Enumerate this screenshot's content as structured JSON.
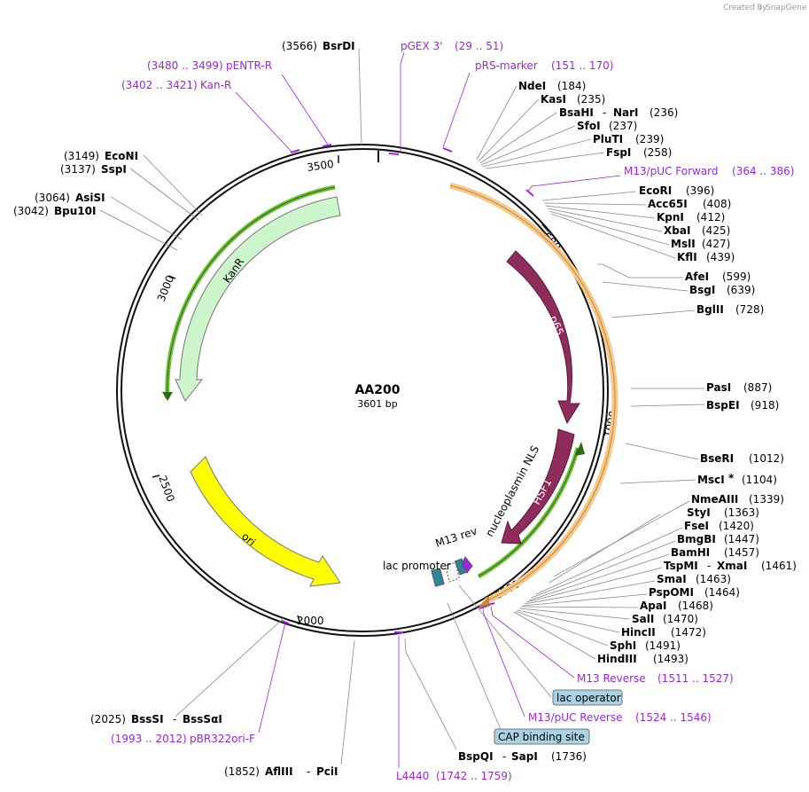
{
  "credit": {
    "prefix": "Created by",
    "brand": "SnapGene"
  },
  "plasmid": {
    "name": "AA200",
    "length": "3601 bp"
  },
  "ticks": [
    "500",
    "1000",
    "1500",
    "2000",
    "2500",
    "3000",
    "3500"
  ],
  "features": {
    "p65": "p65",
    "hsf1": "HSF1",
    "nls": "nucleoplasmin NLS",
    "kanr": "KanR",
    "ori": "ori",
    "m13rev": "M13 rev",
    "lac_promoter": "lac promoter"
  },
  "colors": {
    "p65": "#8e2c5c",
    "kanr": "#ccf5cc",
    "ori": "#ffff00",
    "primer": "#9b27e0",
    "orange_arc": "#f6c88c",
    "green_arc": "#6fbf3a",
    "lac": "#2f8696"
  },
  "sites": [
    {
      "name": "BsrDI",
      "pos": "(3566)"
    },
    {
      "name": "NdeI",
      "pos": "(184)"
    },
    {
      "name": "KasI",
      "pos": "(235)"
    },
    {
      "name": "BsaHI",
      "sep": "-",
      "name2": "NarI",
      "pos": "(236)"
    },
    {
      "name": "SfoI",
      "pos": "(237)"
    },
    {
      "name": "PluTI",
      "pos": "(239)"
    },
    {
      "name": "FspI",
      "pos": "(258)"
    },
    {
      "name": "EcoRI",
      "pos": "(396)"
    },
    {
      "name": "Acc65I",
      "pos": "(408)"
    },
    {
      "name": "KpnI",
      "pos": "(412)"
    },
    {
      "name": "XbaI",
      "pos": "(425)"
    },
    {
      "name": "MslI",
      "pos": "(427)"
    },
    {
      "name": "KflI",
      "pos": "(439)"
    },
    {
      "name": "AfeI",
      "pos": "(599)"
    },
    {
      "name": "BsgI",
      "pos": "(639)"
    },
    {
      "name": "BglII",
      "pos": "(728)"
    },
    {
      "name": "PasI",
      "pos": "(887)"
    },
    {
      "name": "BspEI",
      "pos": "(918)"
    },
    {
      "name": "BseRI",
      "pos": "(1012)"
    },
    {
      "name": "MscI",
      "star": "*",
      "pos": "(1104)"
    },
    {
      "name": "NmeAIII",
      "pos": "(1339)"
    },
    {
      "name": "StyI",
      "pos": "(1363)"
    },
    {
      "name": "FseI",
      "pos": "(1420)"
    },
    {
      "name": "BmgBI",
      "pos": "(1447)"
    },
    {
      "name": "BamHI",
      "pos": "(1457)"
    },
    {
      "name": "TspMI",
      "sep": "-",
      "name2": "XmaI",
      "pos": "(1461)"
    },
    {
      "name": "SmaI",
      "pos": "(1463)"
    },
    {
      "name": "PspOMI",
      "pos": "(1464)"
    },
    {
      "name": "ApaI",
      "pos": "(1468)"
    },
    {
      "name": "SalI",
      "pos": "(1470)"
    },
    {
      "name": "HincII",
      "pos": "(1472)"
    },
    {
      "name": "SphI",
      "pos": "(1491)"
    },
    {
      "name": "HindIII",
      "pos": "(1493)"
    },
    {
      "name": "BspQI",
      "sep": "-",
      "name2": "SapI",
      "pos": "(1736)"
    },
    {
      "name": "AflIII",
      "sep": "-",
      "name2": "PciI",
      "pos": "(1852)"
    },
    {
      "name": "BssSI",
      "sep": "-",
      "name2": "BssSαI",
      "pos": "(2025)"
    },
    {
      "name": "EcoNI",
      "pos": "(3149)"
    },
    {
      "name": "SspI",
      "pos": "(3137)"
    },
    {
      "name": "AsiSI",
      "pos": "(3064)"
    },
    {
      "name": "Bpu10I",
      "pos": "(3042)"
    }
  ],
  "primers": [
    {
      "name": "pGEX 3'",
      "range": "(29 .. 51)"
    },
    {
      "name": "pRS-marker",
      "range": "(151 .. 170)"
    },
    {
      "name": "pENTR-R",
      "range": "(3480 .. 3499)"
    },
    {
      "name": "Kan-R",
      "range": "(3402 .. 3421)"
    },
    {
      "name": "M13/pUC Forward",
      "range": "(364 .. 386)"
    },
    {
      "name": "M13 Reverse",
      "range": "(1511 .. 1527)"
    },
    {
      "name": "M13/pUC Reverse",
      "range": "(1524 .. 1546)"
    },
    {
      "name": "L4440",
      "range": "(1742 .. 1759)"
    },
    {
      "name": "pBR322ori-F",
      "range": "(1993 .. 2012)"
    }
  ],
  "boxes": {
    "lac_operator": "lac operator",
    "cap_site": "CAP binding site"
  }
}
